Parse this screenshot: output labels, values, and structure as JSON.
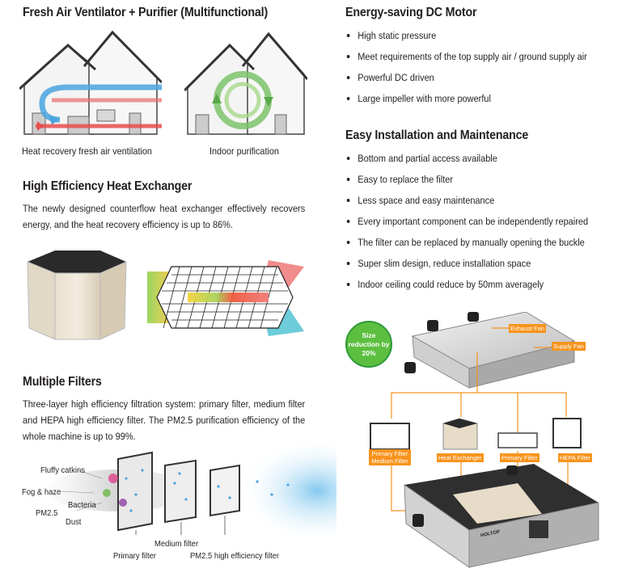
{
  "left": {
    "ventilator": {
      "title": "Fresh Air Ventilator + Purifier (Multifunctional)",
      "caption_left": "Heat recovery fresh air ventilation",
      "caption_right": "Indoor purification"
    },
    "exchanger": {
      "title": "High Efficiency Heat Exchanger",
      "body": "The newly designed counterflow heat exchanger effectively recovers energy, and the heat recovery efficiency is up to 86%."
    },
    "filters": {
      "title": "Multiple Filters",
      "body": "Three-layer high efficiency filtration system: primary filter, medium filter and HEPA high efficiency filter. The PM2.5 purification efficiency of the whole machine is up to 99%.",
      "labels": {
        "catkins": "Fluffy catkins",
        "fog": "Fog & haze",
        "bacteria": "Bacteria",
        "pm25": "PM2.5",
        "dust": "Dust",
        "medium": "Medium filter",
        "primary": "Primary filter",
        "hepa": "PM2.5 high efficiency filter"
      }
    }
  },
  "right": {
    "motor": {
      "title": "Energy-saving DC Motor",
      "items": [
        "High static pressure",
        "Meet requirements of the top supply air / ground supply air",
        "Powerful DC driven",
        "Large impeller with more powerful"
      ]
    },
    "install": {
      "title": "Easy Installation and Maintenance",
      "items": [
        "Bottom and partial access available",
        "Easy to replace the filter",
        "Less space and easy maintenance",
        "Every important component can be independently repaired",
        "The filter can be replaced by manually opening the buckle",
        "Super slim design, reduce installation space",
        "Indoor ceiling could reduce by 50mm averagely"
      ]
    },
    "diagram": {
      "badge": "Size reduction by 20%",
      "exhaust": "Exhaust Fan",
      "supply": "Supply Fan",
      "primary_medium": "Primary Filter Medium Filter",
      "heat_exchanger": "Heat Exchanger",
      "primary": "Primary Filter",
      "hepa": "HEPA Filter",
      "brand": "HOLTOP"
    }
  },
  "colors": {
    "accent": "#f7941d",
    "badge": "#5cbf3f",
    "text": "#231f20"
  }
}
